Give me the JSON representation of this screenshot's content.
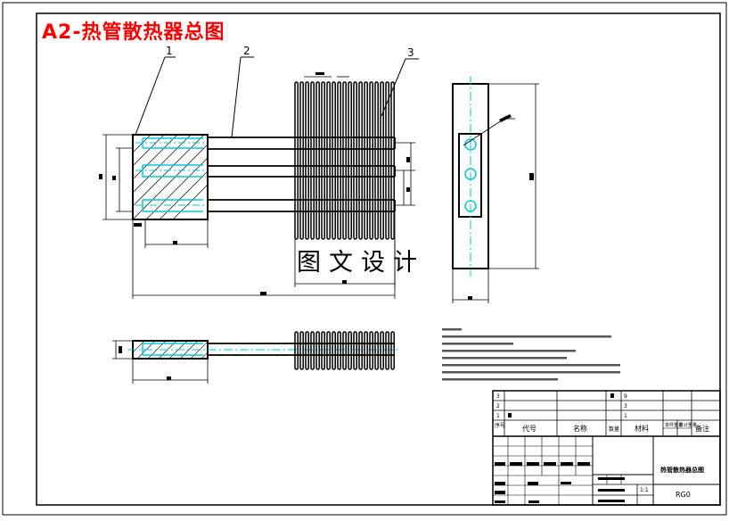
{
  "drawing": {
    "title": "A2-热管散热器总图",
    "watermark": "图文设计",
    "balloons": [
      "1",
      "2",
      "3"
    ]
  },
  "title_block": {
    "part_name": "热管散热器总图",
    "drawing_no": "RG0",
    "scale": "1:1",
    "bom_header": {
      "seq": "序号",
      "code": "代号",
      "name": "名称",
      "qty": "数量",
      "material": "材料",
      "unit_weight": "单件重量",
      "total_weight": "总计重量",
      "remark": "备注"
    },
    "bom_rows": [
      {
        "seq": "3",
        "qty": "9"
      },
      {
        "seq": "2",
        "qty": "3"
      },
      {
        "seq": "1",
        "qty": "1"
      }
    ]
  }
}
